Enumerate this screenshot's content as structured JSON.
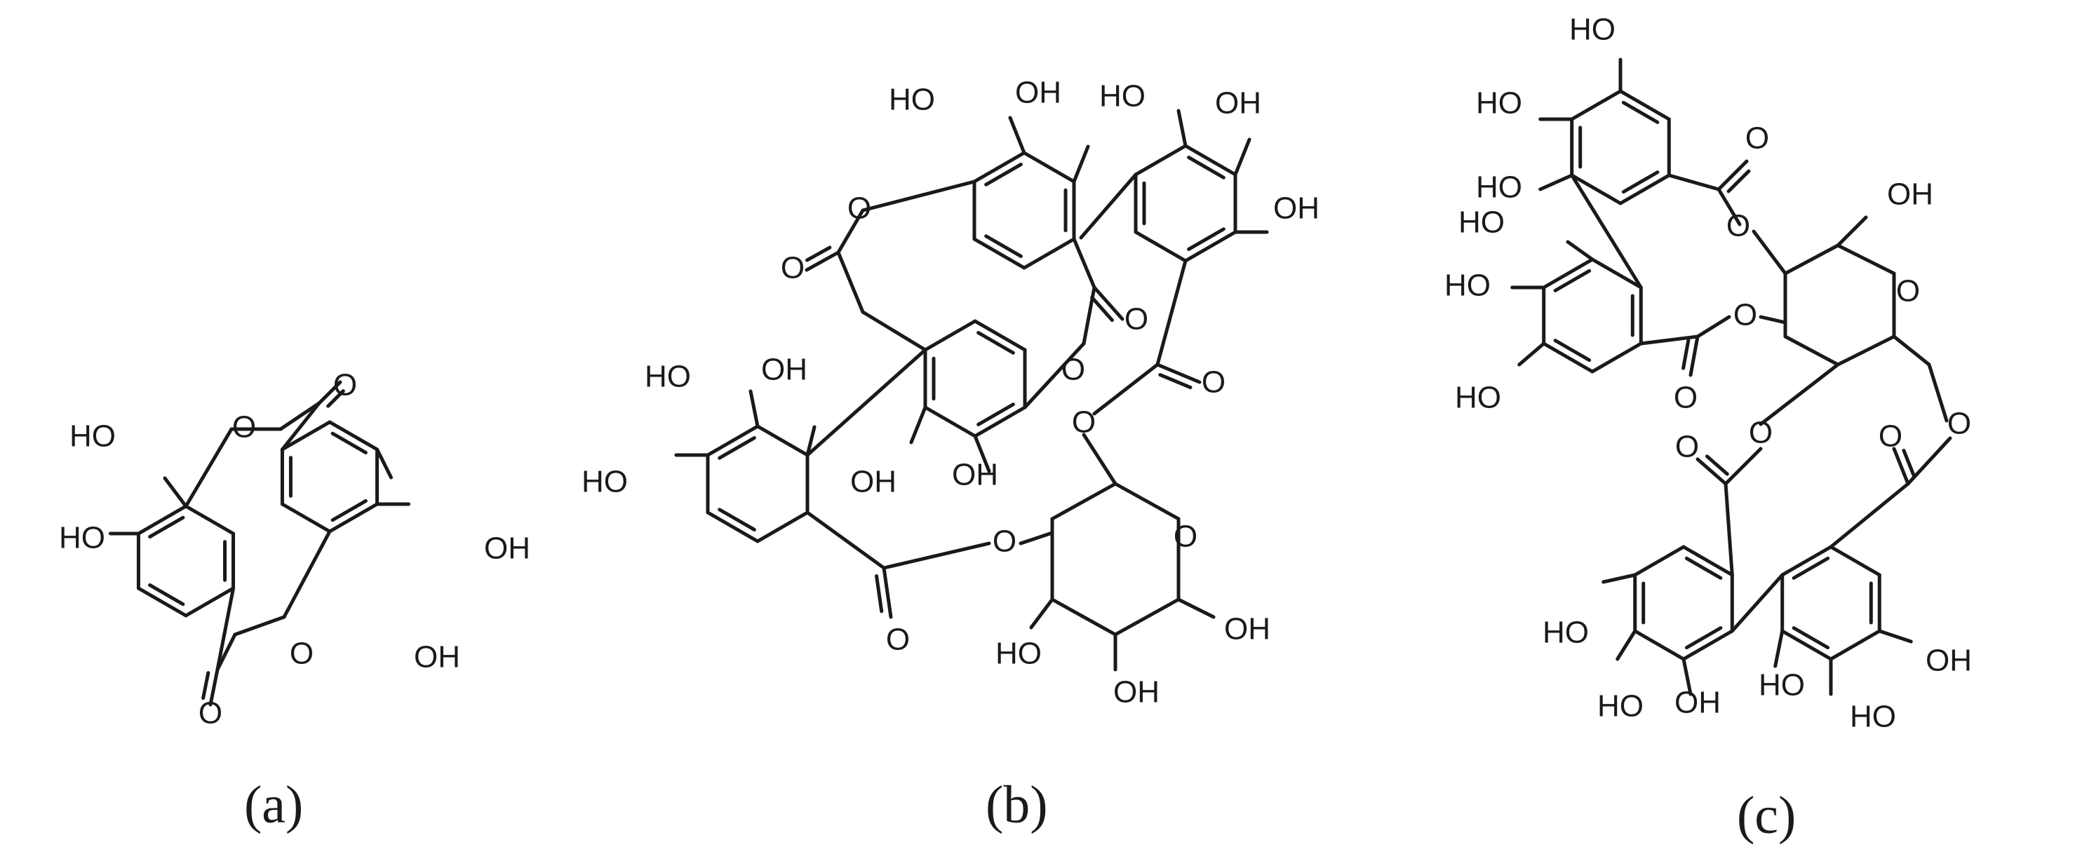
{
  "panels": [
    {
      "caption": "(a)"
    },
    {
      "caption": "(b)"
    },
    {
      "caption": "(c)"
    }
  ],
  "atom_labels": {
    "hydroxyl": "HO",
    "hydroxyl_right": "OH",
    "oxygen": "O"
  }
}
